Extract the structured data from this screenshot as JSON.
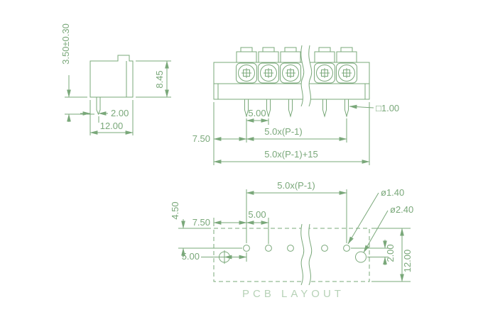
{
  "colors": {
    "line": "#7aa87a",
    "faded": "#b7d2b7",
    "background": "#ffffff"
  },
  "side_view": {
    "pin_length_tolerance": "3.50±0.30",
    "pin_offset": "2.00",
    "body_depth": "12.00",
    "body_height": "8.45"
  },
  "front_view": {
    "pin_pitch": "5.00",
    "pin_span": "5.0x(P-1)",
    "first_pin_offset": "7.50",
    "total_width": "5.0x(P-1)+15",
    "pin_cross_section": "□1.00"
  },
  "pcb_layout": {
    "title": "PCB LAYOUT",
    "hole_span": "5.0x(P-1)",
    "first_hole_offset": "7.50",
    "hole_pitch": "5.00",
    "row_offset_top": "4.50",
    "mount_hole_offset": "5.00",
    "pin_hole_diameter": "ø1.40",
    "mount_hole_diameter": "ø2.40",
    "row_gap": "2.00",
    "layout_depth": "12.00"
  }
}
